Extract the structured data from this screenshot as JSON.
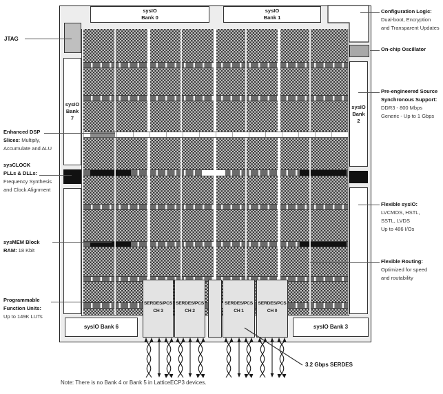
{
  "chip": {
    "top_banks": [
      {
        "l1": "sysIO",
        "l2": "Bank 0"
      },
      {
        "l1": "sysIO",
        "l2": "Bank 1"
      }
    ],
    "left_bank": {
      "l1": "sysIO",
      "l2": "Bank",
      "l3": "7"
    },
    "right_bank": {
      "l1": "sysIO",
      "l2": "Bank",
      "l3": "2"
    },
    "bottom_bank_left": "sysIO Bank 6",
    "bottom_bank_right": "sysIO Bank 3",
    "serdes": {
      "line1": "SERDES/PCS",
      "channels": [
        "CH 3",
        "CH 2",
        "CH 1",
        "CH 0"
      ]
    }
  },
  "callouts": {
    "jtag": {
      "title": "JTAG"
    },
    "enhanced_dsp": {
      "b1": "Enhanced DSP",
      "b2": "Slices:",
      "r2": "Multiply,",
      "r3": "Accumulate and ALU"
    },
    "sysclock": {
      "b1": "sysCLOCK",
      "b2": "PLLs & DLLs:",
      "r1": "Frequency Synthesis",
      "r2": "and Clock Alignment"
    },
    "sysmem": {
      "b1": "sysMEM Block",
      "b2": "RAM:",
      "r1": "18 Kbit"
    },
    "pfu": {
      "b1": "Programmable",
      "b2": "Function Units:",
      "r1": "Up to 149K LUTs"
    },
    "config": {
      "b1": "Configuration Logic:",
      "r1": "Dual-boot, Encryption",
      "r2": "and Transparent Updates"
    },
    "oscillator": {
      "b1": "On-chip Oscillator"
    },
    "preeng": {
      "b1": "Pre-engineered Source",
      "b2": "Synchronous Support:",
      "r1": "DDR3 - 800 Mbps",
      "r2": "Generic - Up to 1 Gbps"
    },
    "flexio": {
      "b1": "Flexible sysIO:",
      "r1": "LVCMOS, HSTL,",
      "r2": "SSTL, LVDS",
      "r3": "Up to 486 I/Os"
    },
    "flexrouting": {
      "b1": "Flexible Routing:",
      "r1": "Optimized for speed",
      "r2": "and routability"
    },
    "serdes_speed": {
      "b1": "3.2 Gbps SERDES"
    }
  },
  "note": "Note: There is no Bank 4 or Bank 5 in LatticeECP3 devices.",
  "colors": {
    "chip_fill": "#ededed",
    "block_gray": "#bfbfbf",
    "block_black": "#111111",
    "fabric_dark": "#343434",
    "fabric_light": "#c9c9c9",
    "box_white": "#ffffff",
    "line": "#555555"
  }
}
